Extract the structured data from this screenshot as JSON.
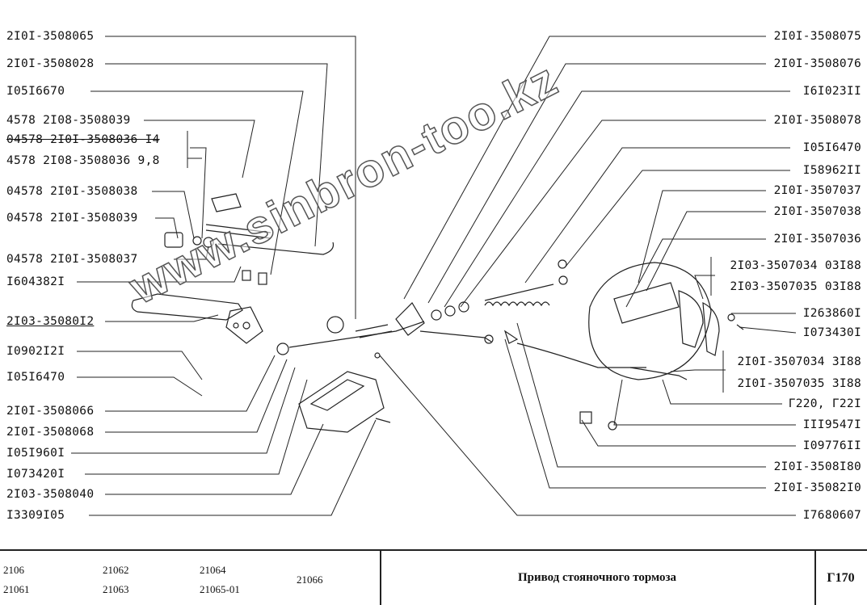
{
  "left_labels": [
    "2I0I-3508065",
    "2I0I-3508028",
    "I05I6670",
    "4578 2I08-3508039",
    "04578 2I0I-3508036 I4",
    "4578 2I08-3508036 9,8",
    "04578 2I0I-3508038",
    "04578 2I0I-3508039",
    "04578 2I0I-3508037",
    "I604382I",
    "2I03-35080I2",
    "I0902I2I",
    "I05I6470",
    "2I0I-3508066",
    "2I0I-3508068",
    "I05I960I",
    "I073420I",
    "2I03-3508040",
    "I3309I05"
  ],
  "right_labels": [
    "2I0I-3508075",
    "2I0I-3508076",
    "I6I023II",
    "2I0I-3508078",
    "I05I6470",
    "I58962II",
    "2I0I-3507037",
    "2I0I-3507038",
    "2I0I-3507036",
    "2I03-3507034 03I88",
    "2I03-3507035 03I88",
    "I263860I",
    "I073430I",
    "2I0I-3507034 3I88",
    "2I0I-3507035 3I88",
    "Г220, Г22I",
    "III9547I",
    "I09776II",
    "2I0I-3508I80",
    "2I0I-35082I0",
    "I7680607"
  ],
  "watermark": "www.sinbron-too.kz",
  "footer": {
    "models_row1": [
      "2106",
      "21062",
      "21064"
    ],
    "models_row2": [
      "21061",
      "21063",
      "21065-01"
    ],
    "model_extra": "21066",
    "title": "Привод стояночного тормоза",
    "code": "Г170"
  }
}
